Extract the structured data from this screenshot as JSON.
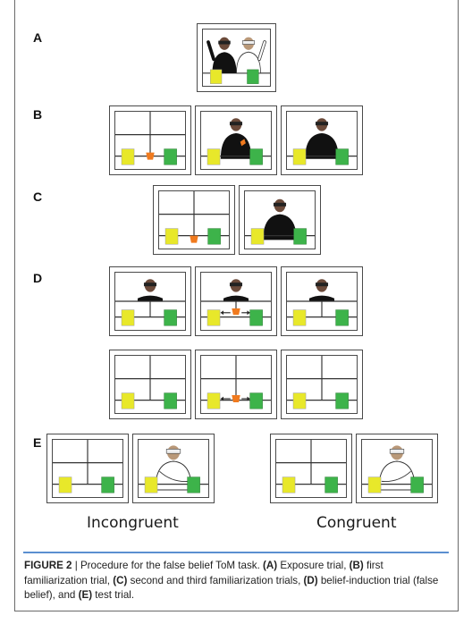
{
  "rows": {
    "a": {
      "label": "A"
    },
    "b": {
      "label": "B"
    },
    "c": {
      "label": "C"
    },
    "d": {
      "label": "D"
    },
    "e": {
      "label": "E"
    }
  },
  "conditions": {
    "incongruent": "Incongruent",
    "congruent": "Congruent"
  },
  "caption": {
    "figure_label": "FIGURE 2",
    "separator": " | ",
    "t1": "Procedure for the false belief ToM task. ",
    "m1": "(A)",
    "t2": " Exposure trial, ",
    "m2": "(B)",
    "t3": " first familiarization trial, ",
    "m3": "(C)",
    "t4": " second and third familiarization trials, ",
    "m4": "(D)",
    "t5": " belief-induction trial (false belief), and ",
    "m5": "(E)",
    "t6": " test trial."
  },
  "colors": {
    "yellow_box": "#e8e82a",
    "green_box": "#3db34a",
    "orange_cup": "#f07a1e",
    "frame": "#4a4a4a",
    "caption_rule": "#5b8fd0"
  }
}
